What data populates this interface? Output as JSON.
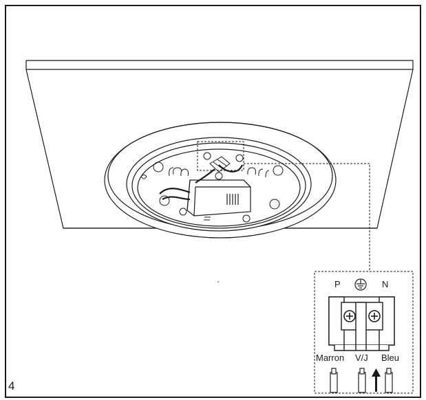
{
  "step": {
    "number": "4"
  },
  "terminal": {
    "phase_label": "P",
    "neutral_label": "N",
    "ground_symbol": "earth-ground-icon"
  },
  "wires": {
    "brown": "Marron",
    "green_yellow": "V/J",
    "blue": "Bleu"
  },
  "colors": {
    "line": "#1a1a1a",
    "frame": "#1a1a1a",
    "background": "#ffffff"
  }
}
